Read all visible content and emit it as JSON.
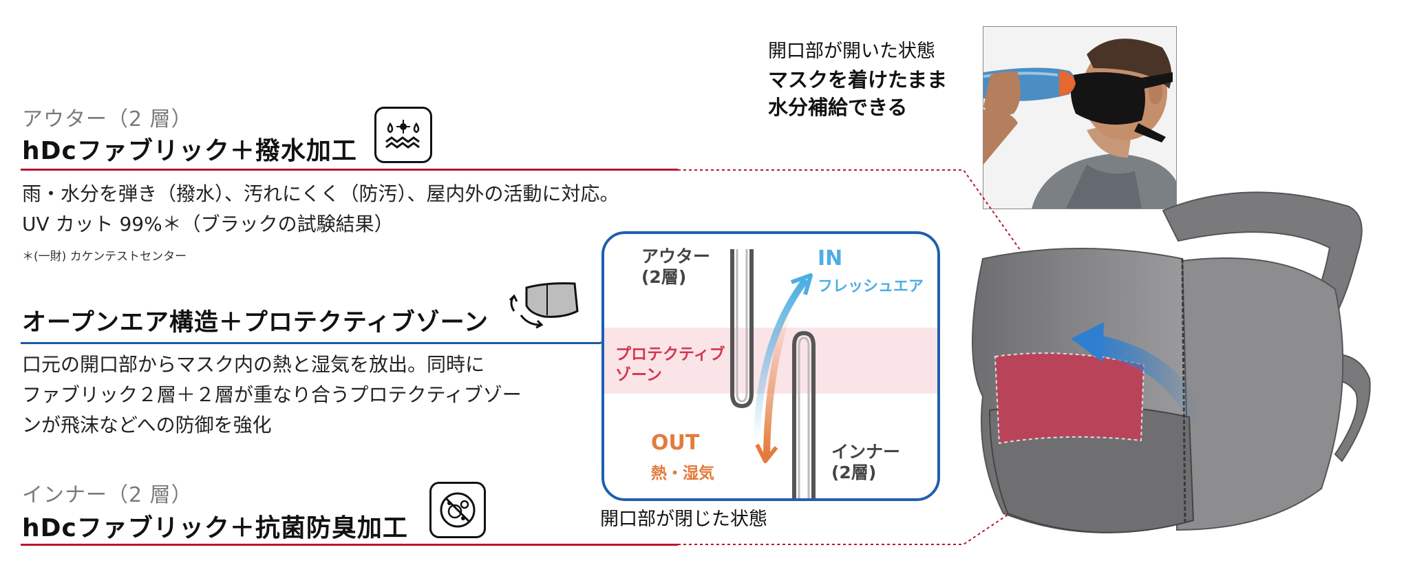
{
  "outer": {
    "sub": "アウター（2 層）",
    "title": "hDcファブリック＋撥水加工",
    "desc": "雨・水分を弾き（撥水）、汚れにくく（防汚）、屋内外の活動に対応。\nUV カット 99%＊（ブラックの試験結果）",
    "note": "＊(一財) カケンテストセンター",
    "icon": "water-repellent-icon"
  },
  "openair": {
    "title": "オープンエア構造＋プロテクティブゾーン",
    "desc": "口元の開口部からマスク内の熱と湿気を放出。同時に\nファブリック２層＋２層が重なり合うプロテクティブゾー\nンが飛沫などへの防御を強化",
    "icon": "mask-airflow-icon"
  },
  "inner": {
    "sub": "インナー（2 層）",
    "title": "hDcファブリック＋抗菌防臭加工",
    "icon": "antibacterial-icon"
  },
  "photo": {
    "caption_line1": "開口部が開いた状態",
    "caption_line2": "マスクを着けたまま",
    "caption_line3": "水分補給できる"
  },
  "diagram": {
    "outer_label": "アウター\n(2層)",
    "in_title": "IN",
    "in_sub": "フレッシュエア",
    "pz_label": "プロテクティブ\nゾーン",
    "out_title": "OUT",
    "out_sub": "熱・湿気",
    "inner_label": "インナー\n(2層)",
    "caption": "開口部が閉じた状態"
  },
  "colors": {
    "red_rule": "#b8162b",
    "blue_rule": "#1a5aa3",
    "in_color": "#4eaee3",
    "out_color": "#e37b3b",
    "zone_color": "#d2374e",
    "mask_gray": "#7a7a7c"
  }
}
